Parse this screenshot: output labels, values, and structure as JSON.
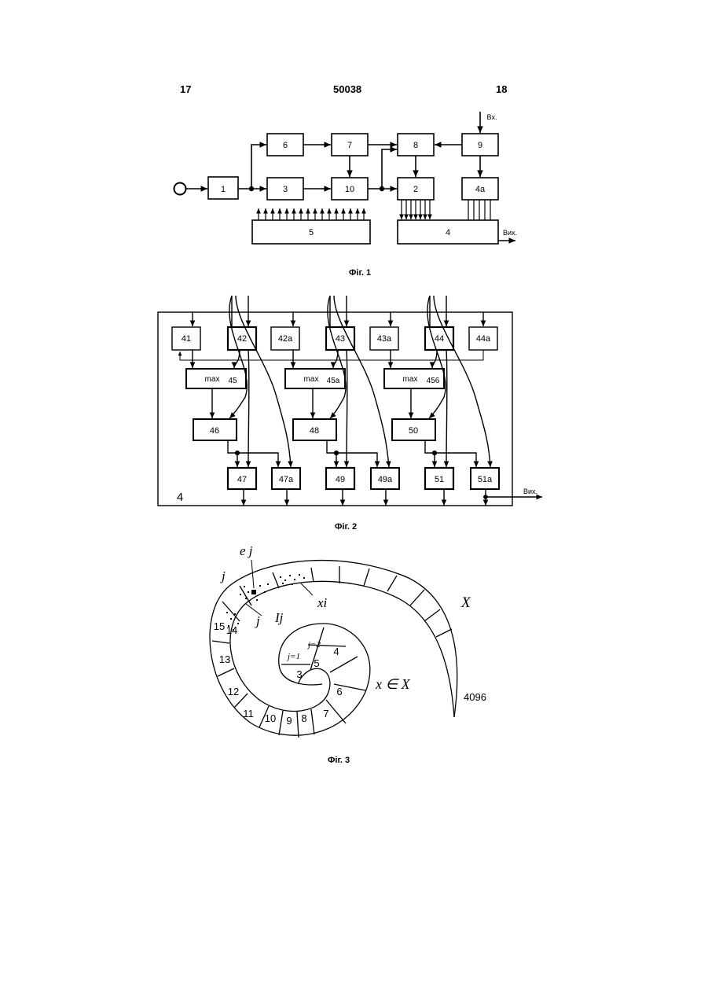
{
  "header": {
    "left": "17",
    "center": "50038",
    "right": "18"
  },
  "fig1": {
    "caption": "Фіг. 1",
    "blocks": [
      "1",
      "6",
      "7",
      "8",
      "9",
      "3",
      "10",
      "2",
      "4а",
      "5",
      "4"
    ],
    "input_label": "Вх.",
    "output_label": "Вих."
  },
  "fig2": {
    "caption": "Фіг. 2",
    "frame_label": "4",
    "row1": [
      "41",
      "42",
      "42а",
      "43",
      "43а",
      "44",
      "44а"
    ],
    "max_label": "max",
    "max_blocks": [
      "45",
      "45а",
      "456"
    ],
    "row3": [
      "46",
      "48",
      "50"
    ],
    "row4": [
      "47",
      "47а",
      "49",
      "49а",
      "51",
      "51а"
    ],
    "output_label": "Вих."
  },
  "fig3": {
    "caption": "Фіг. 3",
    "label_ej": "e j",
    "label_j_top": "j",
    "label_j_mid": "j",
    "label_xi": "xi",
    "label_Ij": "Ij",
    "label_X": "X",
    "label_x_in_X": "x ∈ X",
    "label_end": "4096",
    "label_j1": "j=1",
    "label_j2": "j=2",
    "segments": [
      "3",
      "4",
      "5",
      "6",
      "7",
      "8",
      "9",
      "10",
      "11",
      "12",
      "13",
      "14",
      "15"
    ]
  }
}
